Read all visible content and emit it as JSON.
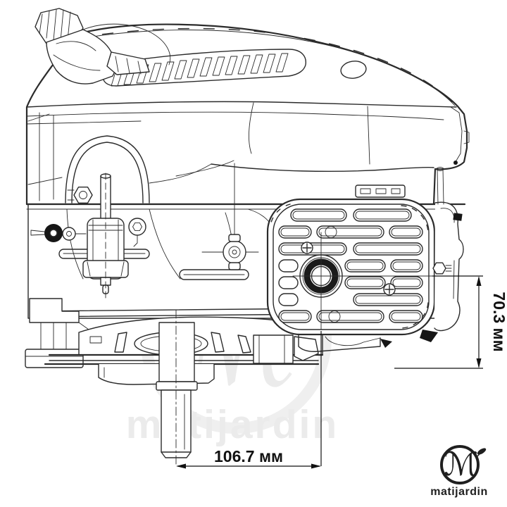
{
  "dimensions": {
    "width_label": "106.7 мм",
    "height_label": "70.3 мм"
  },
  "watermark": {
    "text": "matijardin",
    "monogram": "ℳ"
  },
  "logo": {
    "text": "matijardin",
    "monogram": "ℳ"
  },
  "colors": {
    "background": "#ffffff",
    "line": "#2b2b2b",
    "dimension": "#111111",
    "watermark": "#ebebeb",
    "logo": "#1f1f1f"
  }
}
